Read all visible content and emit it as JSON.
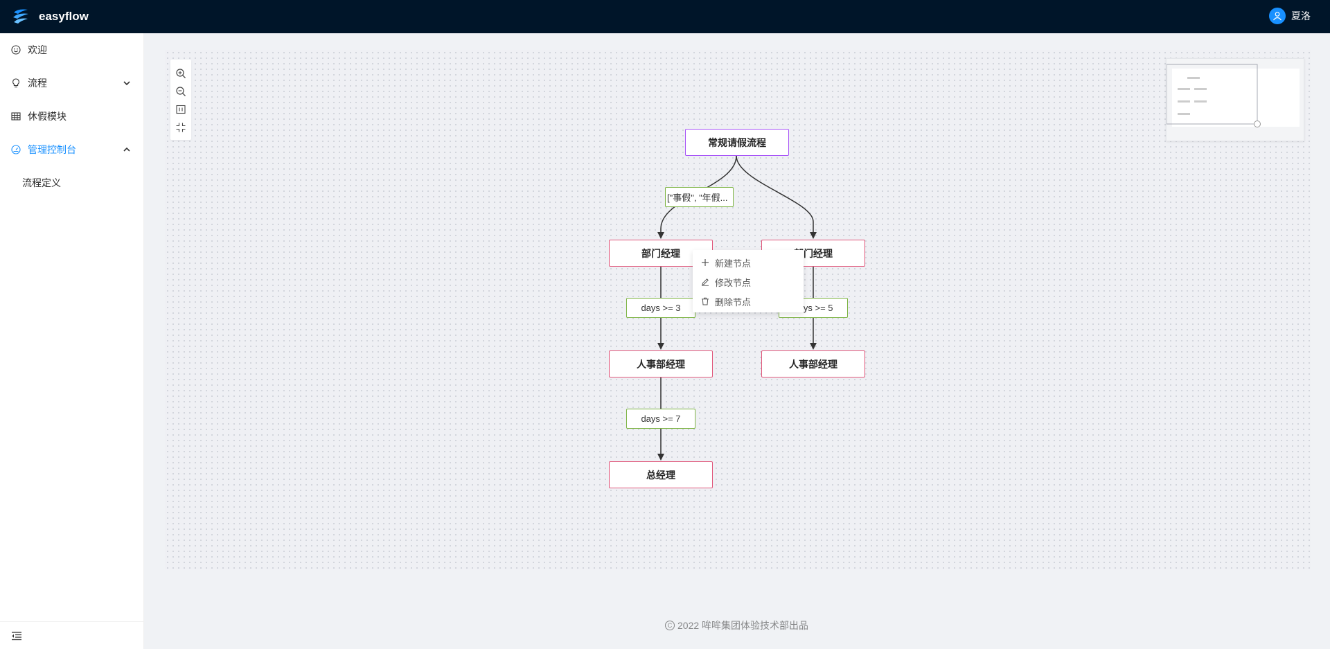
{
  "header": {
    "app_name": "easyflow",
    "user_name": "夏洛"
  },
  "sidebar": {
    "items": [
      {
        "label": "欢迎",
        "icon": "smile-icon"
      },
      {
        "label": "流程",
        "icon": "bulb-icon",
        "expanded": false
      },
      {
        "label": "休假模块",
        "icon": "table-icon"
      },
      {
        "label": "管理控制台",
        "icon": "dashboard-icon",
        "expanded": true,
        "active": true
      }
    ],
    "sub_items": [
      {
        "label": "流程定义"
      }
    ]
  },
  "flow": {
    "nodes": [
      {
        "id": "start",
        "label": "常规请假流程"
      },
      {
        "id": "dept1",
        "label": "部门经理"
      },
      {
        "id": "dept2",
        "label": "部门经理"
      },
      {
        "id": "hr1",
        "label": "人事部经理"
      },
      {
        "id": "hr2",
        "label": "人事部经理"
      },
      {
        "id": "gm",
        "label": "总经理"
      }
    ],
    "edge_labels": [
      {
        "id": "e-type",
        "label": "[\"事假\", \"年假..."
      },
      {
        "id": "e-days3",
        "label": "days >= 3"
      },
      {
        "id": "e-days5",
        "label": "days >= 5"
      },
      {
        "id": "e-days7",
        "label": "days >= 7"
      }
    ]
  },
  "context_menu": {
    "items": [
      {
        "label": "新建节点",
        "icon": "plus-icon"
      },
      {
        "label": "修改节点",
        "icon": "edit-icon"
      },
      {
        "label": "删除节点",
        "icon": "delete-icon"
      }
    ]
  },
  "toolbar": {
    "tools": [
      "zoom-in-icon",
      "zoom-out-icon",
      "fit-view-icon",
      "actual-size-icon"
    ]
  },
  "footer": {
    "text": "2022 哞哞集团体验技术部出品"
  },
  "colors": {
    "header_bg": "#001529",
    "primary": "#1890ff",
    "start_border": "#a855f7",
    "task_border": "#e0567a",
    "edge_label_border": "#7cb342"
  }
}
